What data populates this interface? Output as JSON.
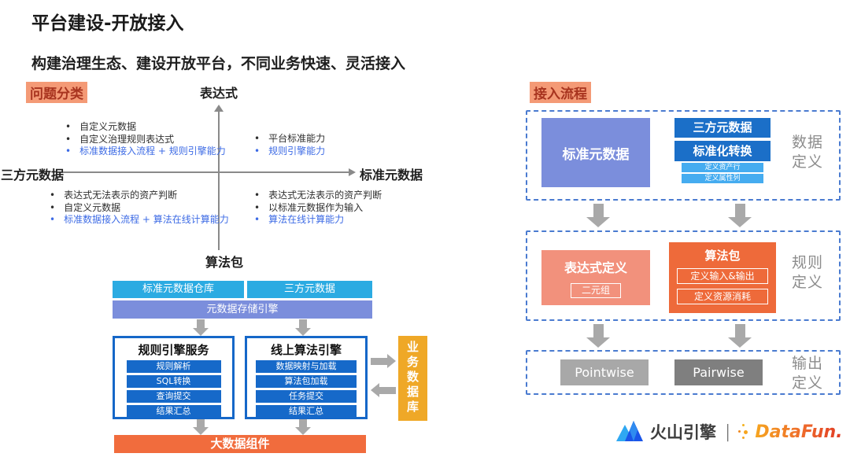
{
  "page": {
    "title": "平台建设-开放接入",
    "subtitle": "构建治理生态、建设开放平台，不同业务快速、灵活接入"
  },
  "colors": {
    "highlight_bg": "#F49A76",
    "highlight_text": "#A8341F",
    "accent_blue": "#3D6BE5",
    "cyan": "#2BABE2",
    "periwinkle": "#7B8EDC",
    "dark_blue": "#1B6FC8",
    "light_blue": "#45ACF0",
    "salmon": "#F2917C",
    "orange": "#EE6A3A",
    "amber": "#EFA827",
    "bigdata_orange": "#F16C3D",
    "gray_light": "#A8A8A8",
    "gray_dark": "#7F7F7F",
    "dashed_border": "#4A7BD0"
  },
  "quadrant": {
    "section_label": "问题分类",
    "axis_top": "表达式",
    "axis_bottom": "算法包",
    "axis_left": "三方元数据",
    "axis_right": "标准元数据",
    "top_left": {
      "items": [
        "自定义元数据",
        "自定义治理规则表达式",
        "标准数据接入流程 + 规则引擎能力"
      ]
    },
    "top_right": {
      "items": [
        "平台标准能力",
        "规则引擎能力"
      ]
    },
    "bottom_left": {
      "items": [
        "表达式无法表示的资产判断",
        "自定义元数据",
        "标准数据接入流程 + 算法在线计算能力"
      ]
    },
    "bottom_right": {
      "items": [
        "表达式无法表示的资产判断",
        "以标准元数据作为输入",
        "算法在线计算能力"
      ]
    }
  },
  "architecture": {
    "meta_warehouse": "标准元数据仓库",
    "third_party_meta": "三方元数据",
    "meta_storage_engine": "元数据存储引擎",
    "rule_engine_title": "规则引擎服务",
    "rule_engine_steps": [
      "规则解析",
      "SQL转换",
      "查询提交",
      "结果汇总"
    ],
    "algo_engine_title": "线上算法引擎",
    "algo_engine_steps": [
      "数据映射与加载",
      "算法包加载",
      "任务提交",
      "结果汇总"
    ],
    "business_db": "业务数据库",
    "bigdata_component": "大数据组件"
  },
  "flow": {
    "section_label": "接入流程",
    "stage1": {
      "label": "数据定义",
      "std_meta": "标准元数据",
      "third_party": "三方元数据",
      "transform": "标准化转换",
      "sub_row1": "定义资产行",
      "sub_row2": "定义属性列"
    },
    "stage2": {
      "label": "规则定义",
      "expr_title": "表达式定义",
      "expr_inner": "二元组",
      "algo_title": "算法包",
      "algo_inner1": "定义输入&输出",
      "algo_inner2": "定义资源消耗"
    },
    "stage3": {
      "label": "输出定义",
      "pointwise": "Pointwise",
      "pairwise": "Pairwise"
    }
  },
  "footer": {
    "brand1": "火山引擎",
    "separator": "|",
    "brand2": "DataFun."
  }
}
